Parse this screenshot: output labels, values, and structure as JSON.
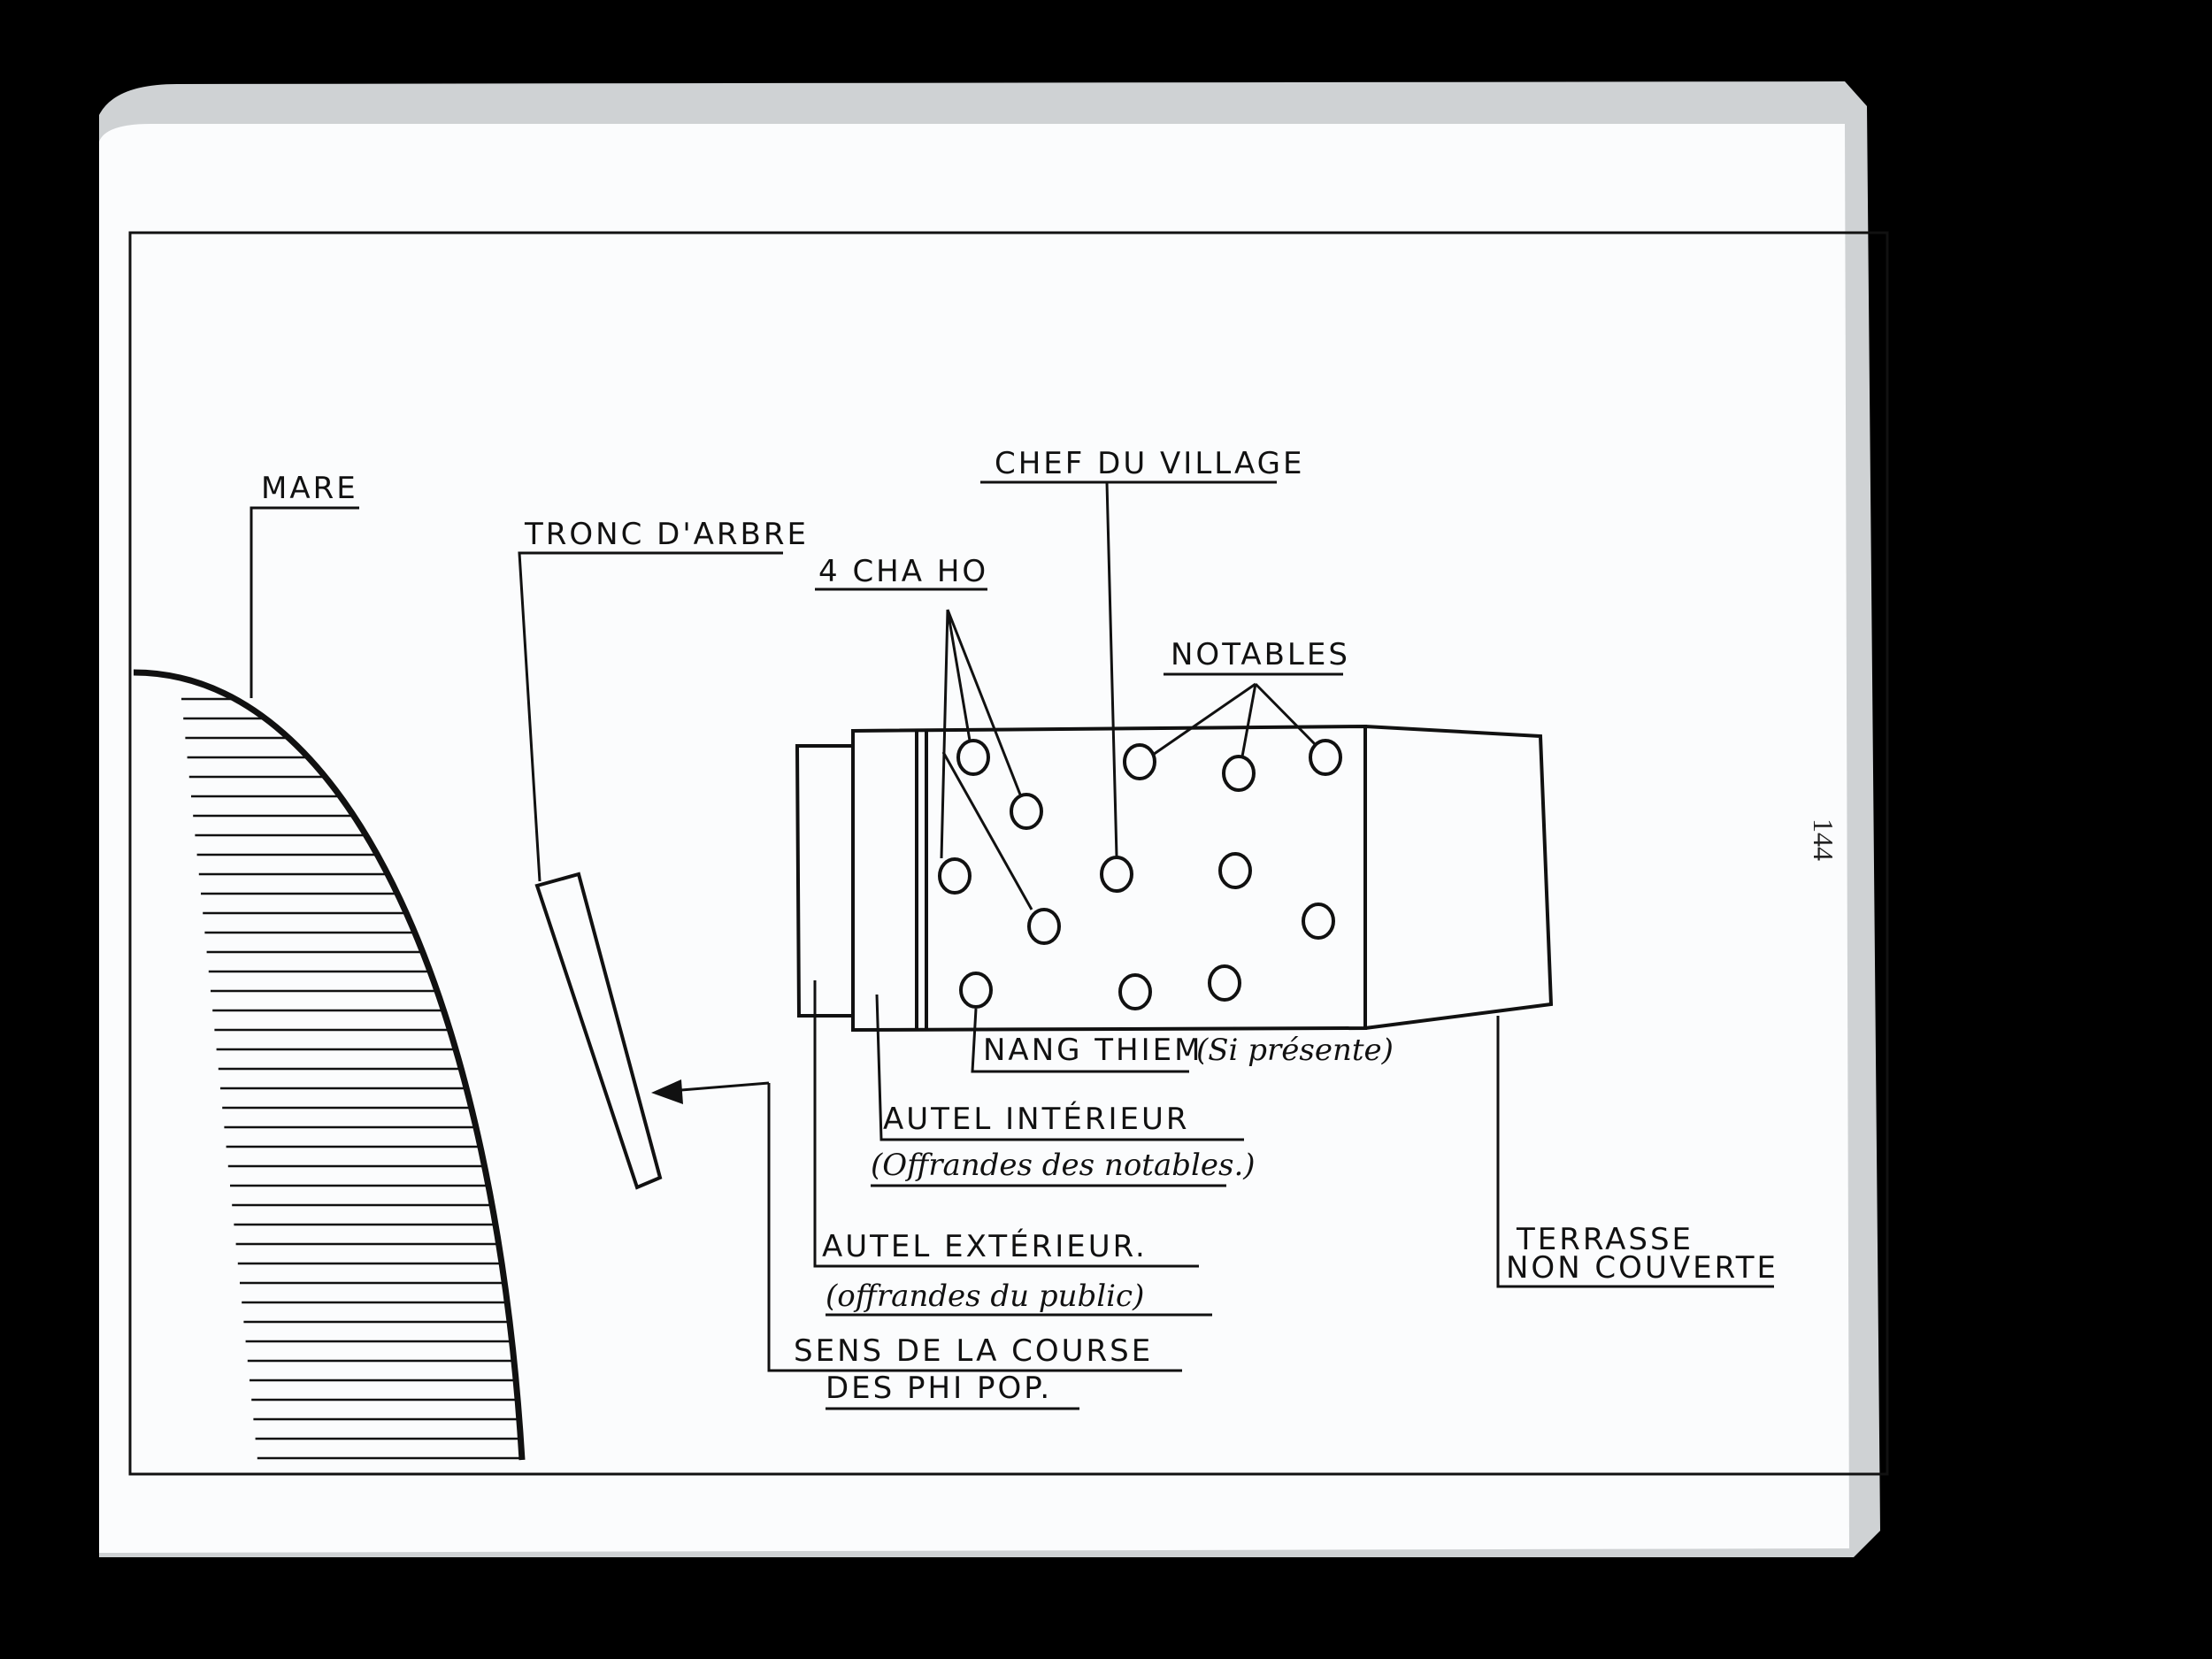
{
  "page": {
    "number": "144"
  },
  "labels": {
    "mare": "MARE",
    "tronc": "TRONC D'ARBRE",
    "cha_ho": "4 CHA HO",
    "chef": "CHEF DU VILLAGE",
    "notables": "NOTABLES",
    "nang_thiem": "NANG THIEM",
    "nang_thiem_note": "(Si présente)",
    "autel_int": "AUTEL INTÉRIEUR",
    "autel_int_note": "(Offrandes des notables.)",
    "autel_ext": "AUTEL EXTÉRIEUR.",
    "autel_ext_note": "(offrandes du public)",
    "sens_1": "SENS DE LA COURSE",
    "sens_2": "DES PHI POP.",
    "terrasse_1": "TERRASSE",
    "terrasse_2": "NON COUVERTE"
  },
  "colors": {
    "ink": "#111111",
    "paper": "#fbfcfd",
    "background": "#000000"
  }
}
